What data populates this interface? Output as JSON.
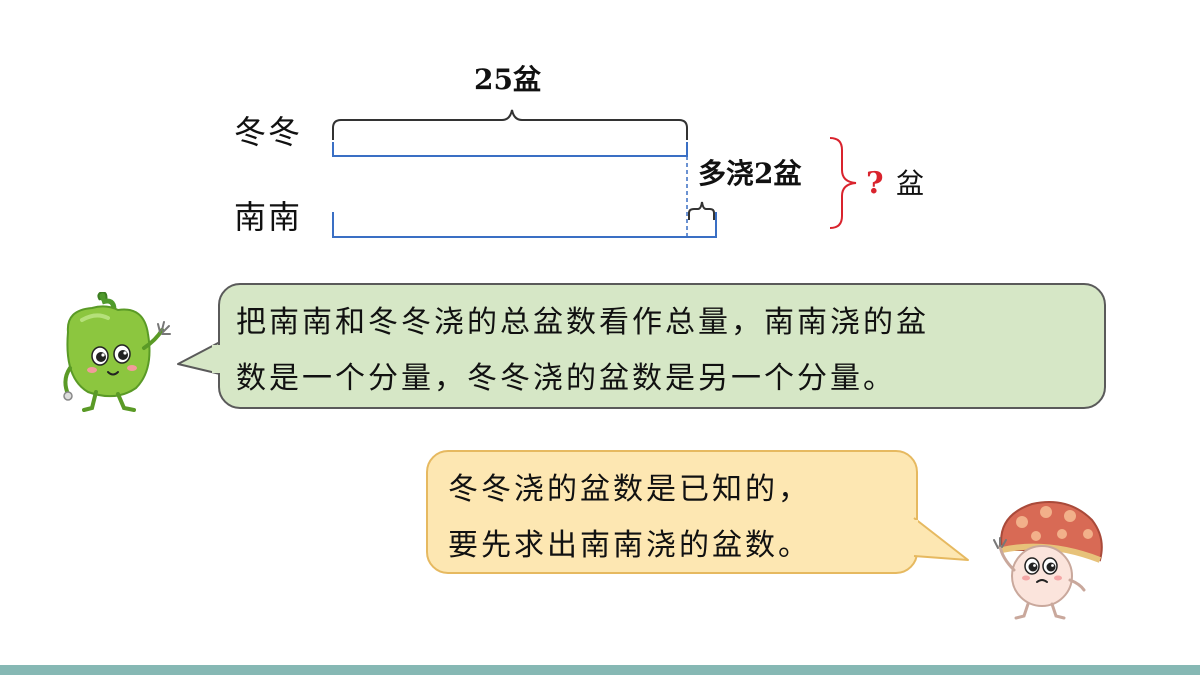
{
  "diagram": {
    "row1_label": "冬冬",
    "row2_label": "南南",
    "top_brace_label": "25盆",
    "extra_label": "多浇2盆",
    "question_mark": "?",
    "total_unit": "盆",
    "colors": {
      "bar": "#3a6fc4",
      "brace": "#333333",
      "total_brace": "#d9232d",
      "question": "#d9232d"
    }
  },
  "bubble_green": {
    "line1": "把南南和冬冬浇的总盆数看作总量，南南浇的盆",
    "line2": "数是一个分量，冬冬浇的盆数是另一个分量。",
    "color": "#d6e7c6"
  },
  "bubble_yellow": {
    "line1": "冬冬浇的盆数是已知的，",
    "line2": "要先求出南南浇的盆数。",
    "color": "#fde7b2"
  },
  "footer_color": "#86b8b4"
}
